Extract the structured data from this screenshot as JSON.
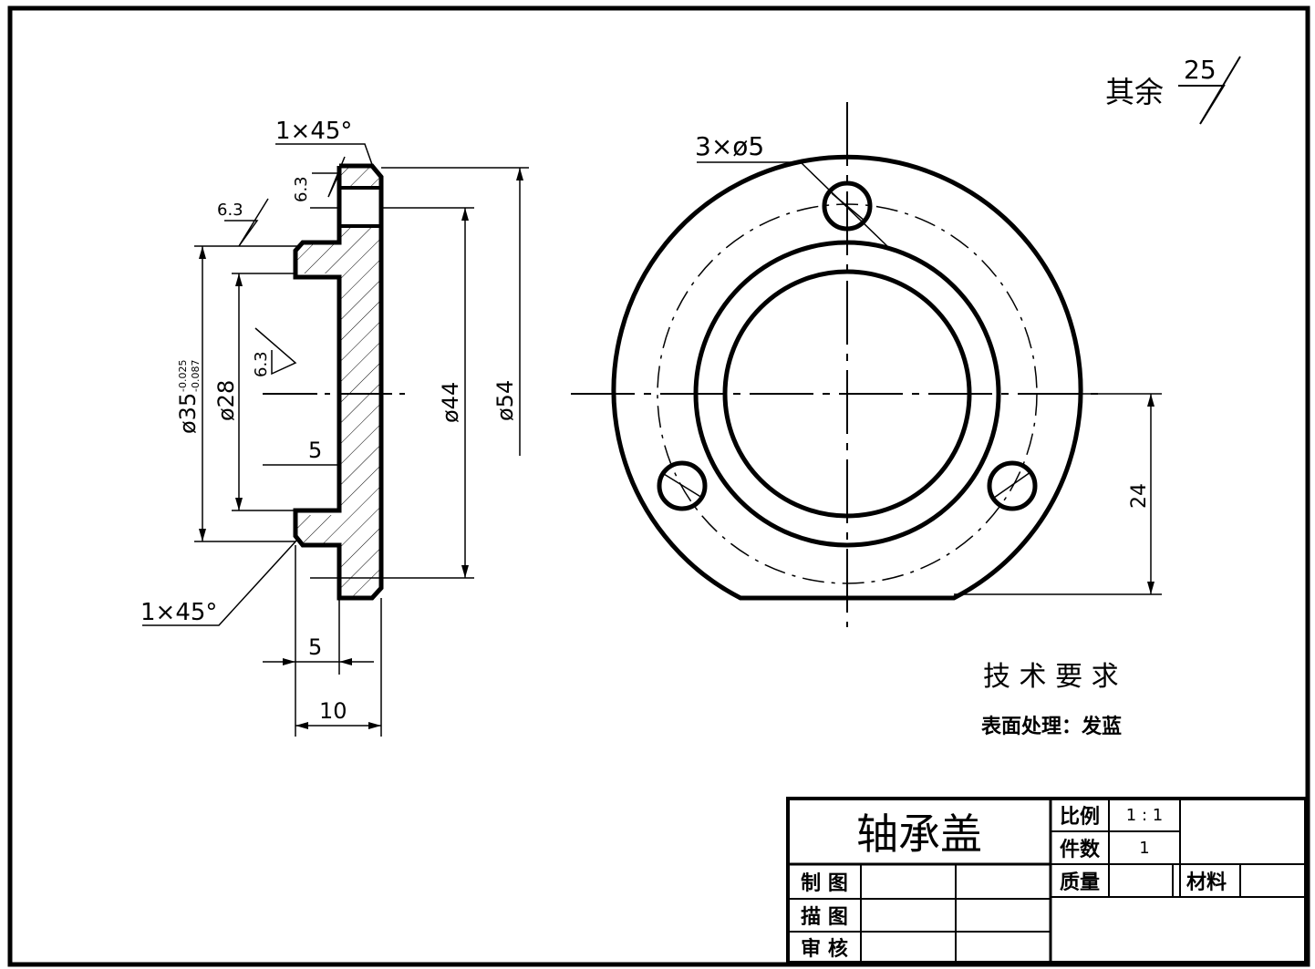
{
  "surface_note": {
    "prefix": "其余",
    "value": "25"
  },
  "side_view": {
    "chamfer_top": "1×45°",
    "chamfer_bottom": "1×45°",
    "roughness_top": "6.3",
    "roughness_left": "6.3",
    "roughness_bore": "6.3",
    "dia_fit": "ø35",
    "fit_tol_upper": "-0.025",
    "fit_tol_lower": "-0.087",
    "dia_28": "ø28",
    "dia_44": "ø44",
    "dia_54": "ø54",
    "depth_5_inner": "5",
    "width_5": "5",
    "width_10": "10"
  },
  "front_view": {
    "holes": "3×ø5",
    "offset_24": "24"
  },
  "tech_req": {
    "title": "技 术 要 求",
    "line1": "表面处理：发蓝"
  },
  "title_block": {
    "part_name": "轴承盖",
    "scale_label": "比例",
    "scale_value": "1 : 1",
    "qty_label": "件数",
    "qty_value": "1",
    "mass_label": "质量",
    "material_label": "材料",
    "drawn_label": "制 图",
    "traced_label": "描 图",
    "checked_label": "审 核"
  }
}
